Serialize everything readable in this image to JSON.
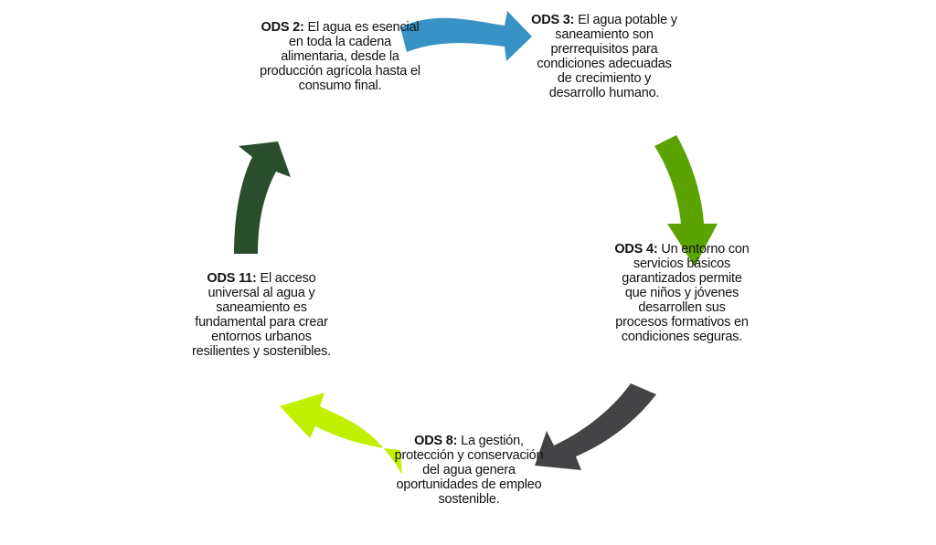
{
  "diagram": {
    "nodes": [
      {
        "id": "ods2",
        "code": "ODS 2:",
        "text": "El agua es esencial en toda la cadena alimentaria, desde la producción agrícola hasta el consumo final."
      },
      {
        "id": "ods3",
        "code": "ODS 3:",
        "text": "El agua potable y saneamiento son prerrequisitos para condiciones adecuadas de crecimiento y desarrollo humano."
      },
      {
        "id": "ods4",
        "code": "ODS 4:",
        "text": "Un entorno con servicios básicos garantizados permite que niños y jóvenes desarrollen sus procesos formativos en condiciones seguras."
      },
      {
        "id": "ods8",
        "code": "ODS 8:",
        "text": "La gestión, protección y conservación del agua genera oportunidades de empleo sostenible."
      },
      {
        "id": "ods11",
        "code": "ODS 11:",
        "text": "El acceso universal al agua y saneamiento es fundamental para crear entornos urbanos resilientes y sostenibles."
      }
    ],
    "arrows": [
      {
        "id": "ods2-to-ods3",
        "color": "#3792c6"
      },
      {
        "id": "ods3-to-ods4",
        "color": "#5aa300"
      },
      {
        "id": "ods4-to-ods8",
        "color": "#444446"
      },
      {
        "id": "ods8-to-ods11",
        "color": "#c0ef00"
      },
      {
        "id": "ods11-to-ods2",
        "color": "#2a4d2c"
      }
    ]
  }
}
